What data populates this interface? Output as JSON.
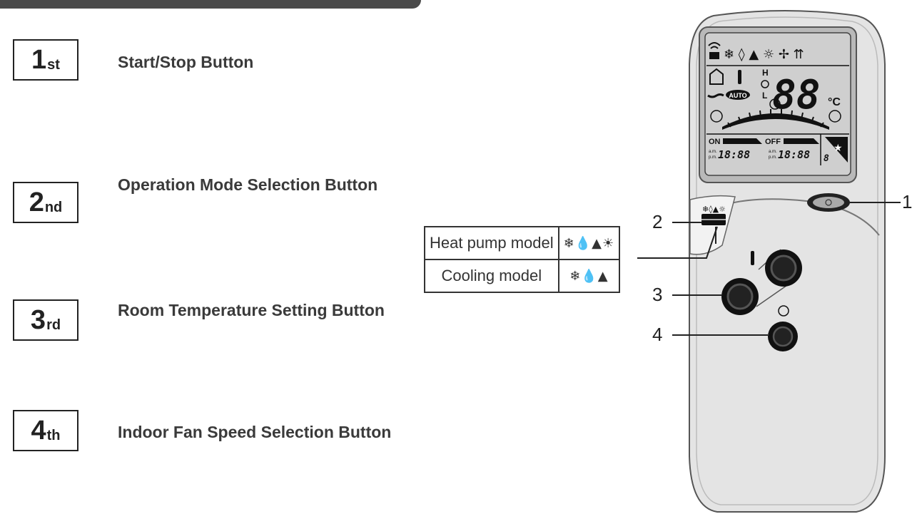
{
  "steps": [
    {
      "num": "1",
      "suffix": "st",
      "label": "Start/Stop Button"
    },
    {
      "num": "2",
      "suffix": "nd",
      "label": "Operation Mode Selection Button"
    },
    {
      "num": "3",
      "suffix": "rd",
      "label": "Room Temperature Setting Button"
    },
    {
      "num": "4",
      "suffix": "th",
      "label": "Indoor Fan Speed Selection Button"
    }
  ],
  "model_table": [
    {
      "model": "Heat pump model",
      "icons": "❄💧▲☀"
    },
    {
      "model": "Cooling model",
      "icons": "❄💧▲"
    }
  ],
  "callouts": [
    "1",
    "2",
    "3",
    "4"
  ],
  "display": {
    "temp": "88",
    "unit": "°C",
    "auto": "AUTO",
    "on_label": "ON",
    "off_label": "OFF",
    "on_time": "18:88",
    "off_time": "18:88",
    "am": "a.m.",
    "pm": "p.m.",
    "fan_high": "H",
    "fan_low": "L",
    "small_digit": "8"
  },
  "colors": {
    "remote_body": "#e4e4e4",
    "screen": "#cfcfcf",
    "button": "#1a1a1a"
  }
}
